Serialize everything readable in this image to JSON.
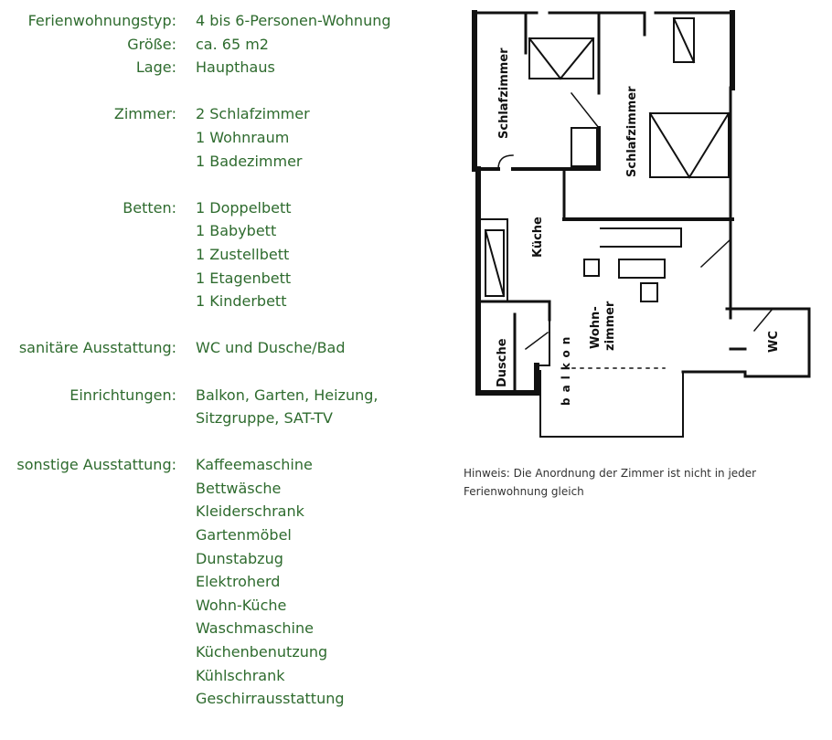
{
  "specs": [
    {
      "label": "Ferienwohnungstyp:",
      "values": [
        "4 bis 6-Personen-Wohnung"
      ]
    },
    {
      "label": "Größe:",
      "values": [
        "ca. 65 m2"
      ]
    },
    {
      "label": "Lage:",
      "values": [
        "Haupthaus"
      ]
    },
    {
      "label": "Zimmer:",
      "values": [
        "2 Schlafzimmer",
        "1 Wohnraum",
        "1 Badezimmer"
      ]
    },
    {
      "label": "Betten:",
      "values": [
        "1 Doppelbett",
        "1 Babybett",
        "1 Zustellbett",
        "1 Etagenbett",
        "1 Kinderbett"
      ]
    },
    {
      "label": "sanitäre Ausstattung:",
      "values": [
        "WC und Dusche/Bad"
      ]
    },
    {
      "label": "Einrichtungen:",
      "values": [
        "Balkon, Garten, Heizung,",
        "Sitzgruppe, SAT-TV"
      ]
    },
    {
      "label": "sonstige Ausstattung:",
      "values": [
        "Kaffeemaschine",
        "Bettwäsche",
        "Kleiderschrank",
        "Gartenmöbel",
        "Dunstabzug",
        "Elektroherd",
        "Wohn-Küche",
        "Waschmaschine",
        "Küchenbenutzung",
        "Kühlschrank",
        "Geschirrausstattung"
      ]
    }
  ],
  "floorplan": {
    "rooms": {
      "schlafzimmer_1": "Schlafzimmer",
      "schlafzimmer_2": "Schlafzimmer",
      "kueche": "Küche",
      "wohnzimmer_1": "Wohn-",
      "wohnzimmer_2": "zimmer",
      "dusche": "Dusche",
      "wc": "WC",
      "balkon": "balkon"
    }
  },
  "note": "Hinweis: Die Anordnung der Zimmer ist nicht in jeder Ferienwohnung gleich"
}
